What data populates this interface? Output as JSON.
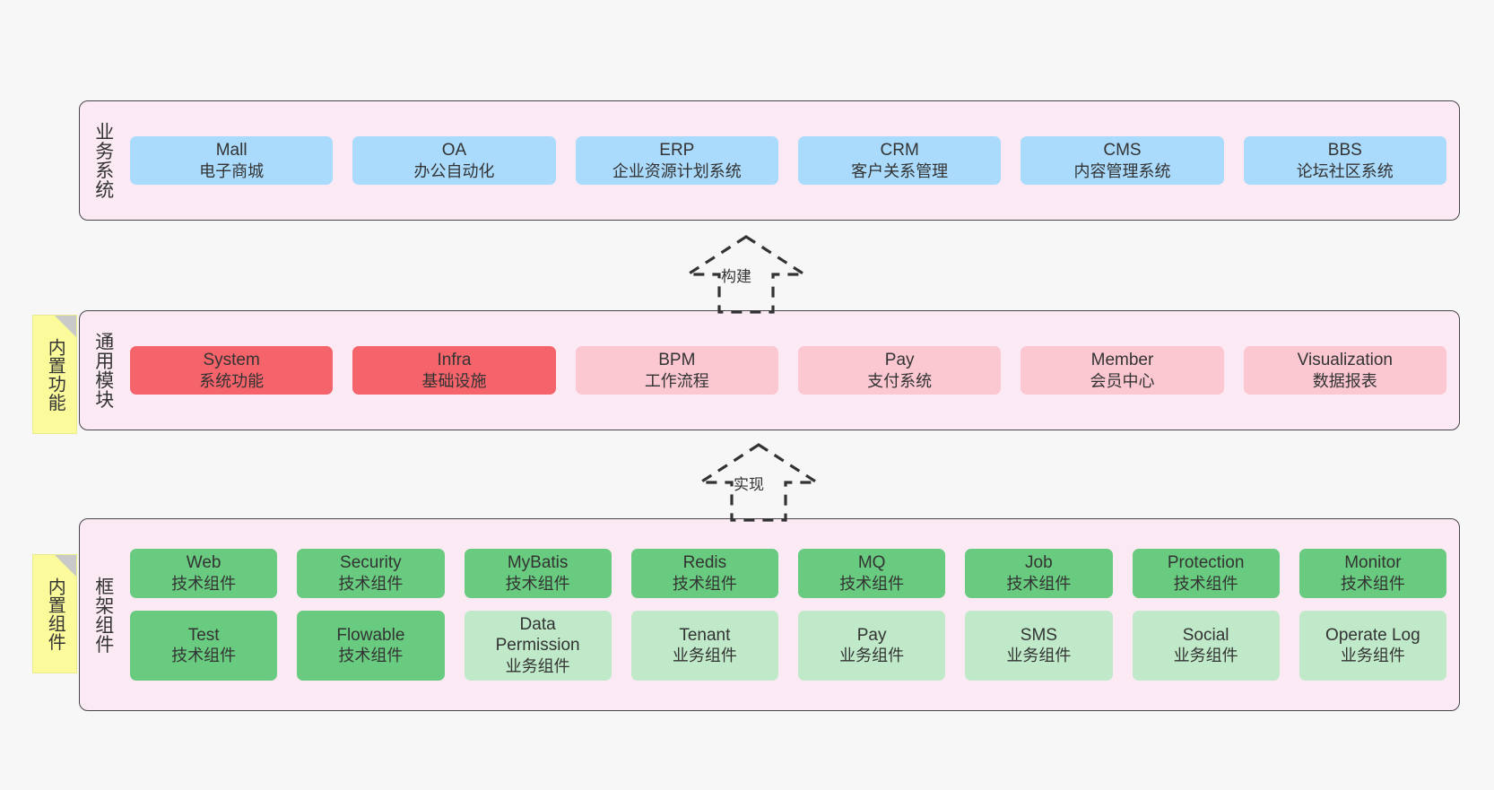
{
  "diagram": {
    "background_color": "#f7f7f7",
    "layer_fill": "#fbeaf4",
    "layer_border": "#4a444d"
  },
  "layers": [
    {
      "id": "business-system",
      "title": "业务系统",
      "rows": [
        [
          {
            "en": "Mall",
            "cn": "电子商城",
            "color": "#abdbfc",
            "style": "blue"
          },
          {
            "en": "OA",
            "cn": "办公自动化",
            "color": "#abdbfc",
            "style": "blue"
          },
          {
            "en": "ERP",
            "cn": "企业资源计划系统",
            "color": "#abdbfc",
            "style": "blue"
          },
          {
            "en": "CRM",
            "cn": "客户关系管理",
            "color": "#abdbfc",
            "style": "blue"
          },
          {
            "en": "CMS",
            "cn": "内容管理系统",
            "color": "#abdbfc",
            "style": "blue"
          },
          {
            "en": "BBS",
            "cn": "论坛社区系统",
            "color": "#abdbfc",
            "style": "blue"
          }
        ]
      ]
    },
    {
      "id": "common-module",
      "title": "通用模块",
      "sticky": "内置功能",
      "rows": [
        [
          {
            "en": "System",
            "cn": "系统功能",
            "color": "#f4646a",
            "style": "red"
          },
          {
            "en": "Infra",
            "cn": "基础设施",
            "color": "#f4646a",
            "style": "red"
          },
          {
            "en": "BPM",
            "cn": "工作流程",
            "color": "#fbc8d2",
            "style": "pink"
          },
          {
            "en": "Pay",
            "cn": "支付系统",
            "color": "#fbc8d2",
            "style": "pink"
          },
          {
            "en": "Member",
            "cn": "会员中心",
            "color": "#fbc8d2",
            "style": "pink"
          },
          {
            "en": "Visualization",
            "cn": "数据报表",
            "color": "#fbc8d2",
            "style": "pink"
          }
        ]
      ]
    },
    {
      "id": "framework-component",
      "title": "框架组件",
      "sticky": "内置组件",
      "rows": [
        [
          {
            "en": "Web",
            "cn": "技术组件",
            "color": "#69cb7f",
            "style": "green"
          },
          {
            "en": "Security",
            "cn": "技术组件",
            "color": "#69cb7f",
            "style": "green"
          },
          {
            "en": "MyBatis",
            "cn": "技术组件",
            "color": "#69cb7f",
            "style": "green"
          },
          {
            "en": "Redis",
            "cn": "技术组件",
            "color": "#69cb7f",
            "style": "green"
          },
          {
            "en": "MQ",
            "cn": "技术组件",
            "color": "#69cb7f",
            "style": "green"
          },
          {
            "en": "Job",
            "cn": "技术组件",
            "color": "#69cb7f",
            "style": "green"
          },
          {
            "en": "Protection",
            "cn": "技术组件",
            "color": "#69cb7f",
            "style": "green"
          },
          {
            "en": "Monitor",
            "cn": "技术组件",
            "color": "#69cb7f",
            "style": "green"
          }
        ],
        [
          {
            "en": "Test",
            "cn": "技术组件",
            "color": "#69cb7f",
            "style": "green"
          },
          {
            "en": "Flowable",
            "cn": "技术组件",
            "color": "#69cb7f",
            "style": "green"
          },
          {
            "en": "Data Permission",
            "cn": "业务组件",
            "color": "#bfe9c8",
            "style": "lightgreen"
          },
          {
            "en": "Tenant",
            "cn": "业务组件",
            "color": "#bfe9c8",
            "style": "lightgreen"
          },
          {
            "en": "Pay",
            "cn": "业务组件",
            "color": "#bfe9c8",
            "style": "lightgreen"
          },
          {
            "en": "SMS",
            "cn": "业务组件",
            "color": "#bfe9c8",
            "style": "lightgreen"
          },
          {
            "en": "Social",
            "cn": "业务组件",
            "color": "#bfe9c8",
            "style": "lightgreen"
          },
          {
            "en": "Operate Log",
            "cn": "业务组件",
            "color": "#bfe9c8",
            "style": "lightgreen"
          }
        ]
      ]
    }
  ],
  "connectors": [
    {
      "id": "build",
      "label": "构建"
    },
    {
      "id": "implement",
      "label": "实现"
    }
  ]
}
